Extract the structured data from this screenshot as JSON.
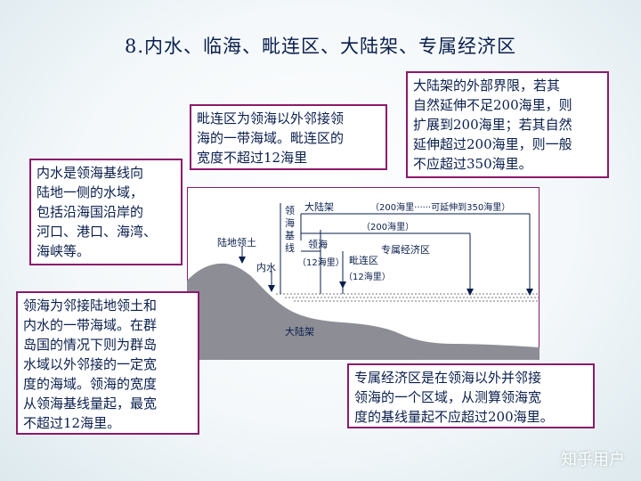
{
  "title": "8.内水、临海、毗连区、大陆架、专属经济区",
  "boxes": {
    "internal_waters": [
      "内水是领海基线向",
      "陆地一侧的水域，",
      "包括沿海国沿岸的",
      "河口、港口、海湾、",
      "海峡等。"
    ],
    "contiguous_zone": [
      "毗连区为领海以外邻接领",
      "海的一带海域。毗连区的",
      "宽度不超过12海里"
    ],
    "continental_shelf": [
      "大陆架的外部界限，若其",
      "自然延伸不足200海里，则",
      "扩展到200海里；若其自然",
      "延伸超过200海里，则一般",
      "不应超过350海里。"
    ],
    "territorial_sea": [
      "领海为邻接陆地领土和",
      "内水的一带海域。在群",
      "岛国的情况下则为群岛",
      "水域以外邻接的一定宽",
      "度的海域。领海的宽度",
      "从领海基线量起，最宽",
      "不超过12海里。"
    ],
    "eez": [
      "专属经济区是在领海以外并邻接",
      "领海的一个区域，从测算领海宽",
      "度的基线量起不应超过200海里。"
    ]
  },
  "diagram": {
    "land_label": "陆地领土",
    "internal_waters_label": "内水",
    "baseline_label": [
      "领",
      "海",
      "基",
      "线"
    ],
    "continental_shelf_label": "大陆架",
    "shelf_range_label": "（200海里······可延伸到350海里）",
    "eez_range_label": "（200海里）",
    "territorial_sea_label": "领海",
    "eez_label": "专属经济区",
    "territorial_range_label": "（12海里）",
    "contiguous_label": "毗连区",
    "contiguous_range_label": "（12海里）",
    "seabed_label": "大陆架"
  },
  "watermark": "知乎用户",
  "colors": {
    "border": "#8b1a6b",
    "text": "#0a1f4d",
    "land": "#8d8d95",
    "water": "#ffffff"
  }
}
